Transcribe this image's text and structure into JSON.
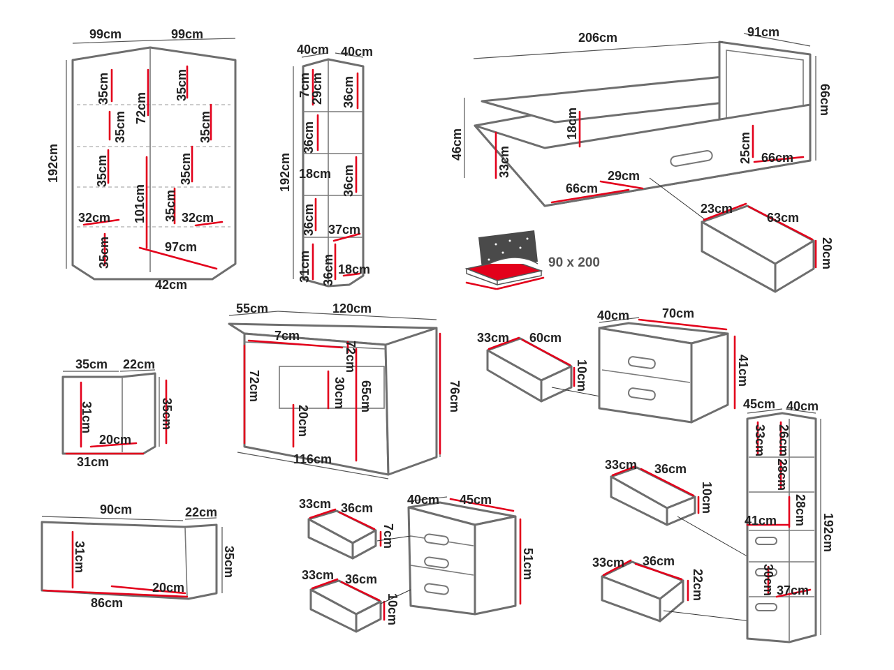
{
  "mattress_size": "90 x 200",
  "wardrobe": {
    "width_left": "99cm",
    "width_right": "99cm",
    "height": "192cm",
    "bottom": "42cm",
    "inner": [
      "35cm",
      "35cm",
      "35cm",
      "32cm",
      "35cm",
      "72cm",
      "101cm",
      "35cm",
      "35cm",
      "35cm",
      "35cm",
      "32cm",
      "97cm"
    ]
  },
  "corner_shelf": {
    "width_a": "40cm",
    "width_b": "40cm",
    "height": "192cm",
    "inner": [
      "7cm",
      "29cm",
      "36cm",
      "36cm",
      "18cm",
      "36cm",
      "36cm",
      "37cm",
      "31cm",
      "36cm",
      "18cm"
    ]
  },
  "bed": {
    "length": "206cm",
    "depth": "91cm",
    "height": "46cm",
    "head_height": "66cm",
    "inner": [
      "18cm",
      "33cm",
      "25cm",
      "66cm",
      "29cm",
      "66cm"
    ]
  },
  "bed_drawer": {
    "a": "23cm",
    "b": "63cm",
    "c": "20cm"
  },
  "desk": {
    "depth": "55cm",
    "width": "120cm",
    "height": "76cm",
    "bottom": "116cm",
    "inner": [
      "72cm",
      "7cm",
      "72cm",
      "30cm",
      "65cm",
      "20cm"
    ]
  },
  "small_cabinet": {
    "depth": "35cm",
    "side": "22cm",
    "height": "35cm",
    "inner_h": "31cm",
    "inner_d": "20cm",
    "bottom": "31cm"
  },
  "wall_shelf": {
    "width": "90cm",
    "depth": "22cm",
    "height": "35cm",
    "inner_h": "31cm",
    "inner_d": "20cm",
    "bottom": "86cm"
  },
  "dresser_drawer": {
    "a": "33cm",
    "b": "60cm",
    "c": "10cm"
  },
  "dresser": {
    "depth": "40cm",
    "width": "70cm",
    "height": "41cm"
  },
  "nightstand": {
    "depth": "40cm",
    "width": "45cm",
    "height": "51cm"
  },
  "ns_drawer_top": {
    "a": "33cm",
    "b": "36cm",
    "c": "7cm"
  },
  "ns_drawer_bottom": {
    "a": "33cm",
    "b": "36cm",
    "c": "10cm"
  },
  "tall_drawer_1": {
    "a": "33cm",
    "b": "36cm",
    "c": "10cm"
  },
  "tall_drawer_2": {
    "a": "33cm",
    "b": "36cm",
    "c": "22cm"
  },
  "bookcase": {
    "depth": "45cm",
    "width": "40cm",
    "height": "192cm",
    "inner": [
      "33cm",
      "26cm",
      "28cm",
      "28cm",
      "41cm",
      "30cm",
      "37cm"
    ]
  },
  "colors": {
    "accent": "#e3001b",
    "outline": "#6e6e6e",
    "text": "#222222"
  }
}
